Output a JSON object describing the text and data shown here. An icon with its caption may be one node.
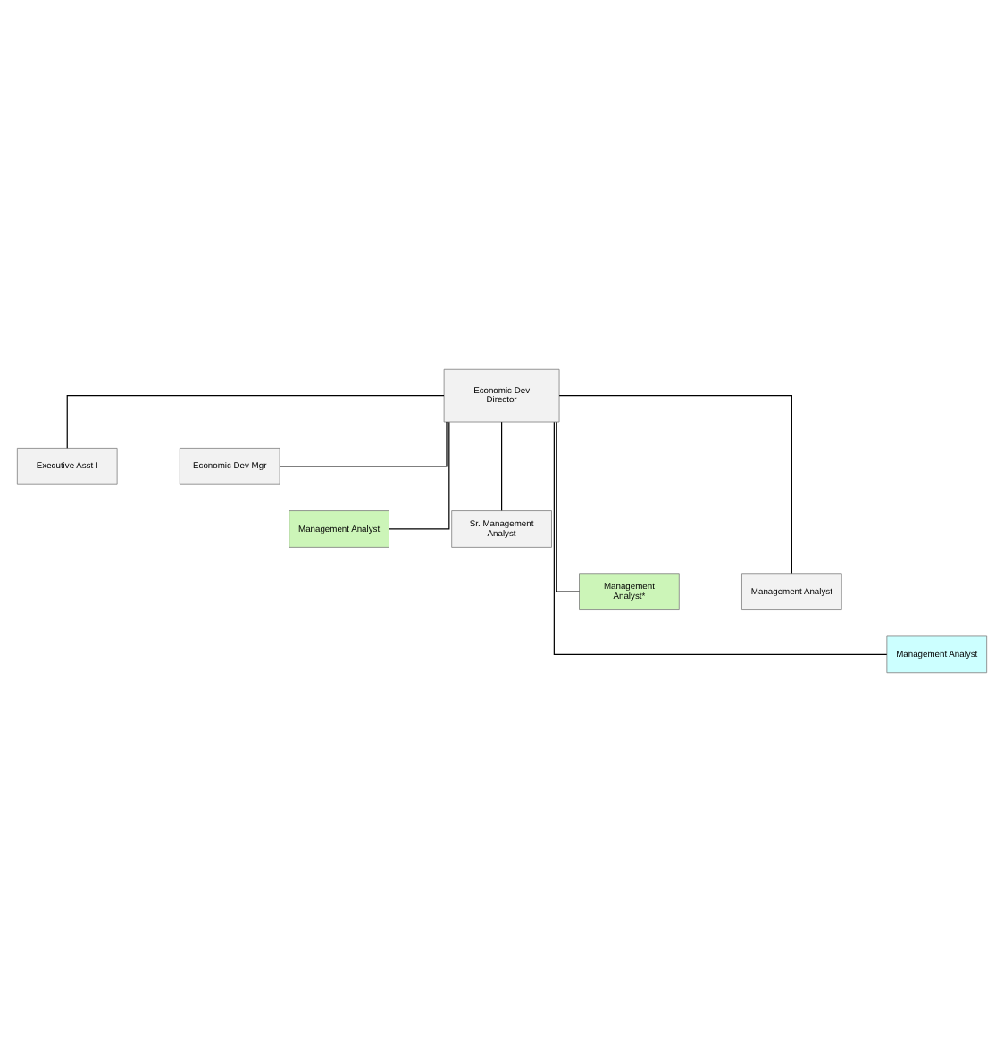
{
  "diagram": {
    "nodes": [
      {
        "text": [
          "Economic Dev Director"
        ]
      },
      {
        "text": [
          "Executive Asst I"
        ]
      },
      {
        "text": [
          "Economic Dev Mgr"
        ]
      },
      {
        "text": [
          "Management Analyst"
        ]
      },
      {
        "text": [
          "Sr. Management Analyst"
        ]
      },
      {
        "text": [
          "Management Analyst*"
        ]
      },
      {
        "text": [
          "Management Analyst"
        ]
      },
      {
        "text": [
          "Management Analyst"
        ]
      }
    ],
    "edges": [
      {
        "from": 0,
        "to": 1,
        "arrow": "none"
      },
      {
        "from": 0,
        "to": 2,
        "arrow": "none"
      },
      {
        "from": 0,
        "to": 3,
        "arrow": "none"
      },
      {
        "from": 0,
        "to": 4,
        "arrow": "none"
      },
      {
        "from": 0,
        "to": 5,
        "arrow": "none"
      },
      {
        "from": 0,
        "to": 6,
        "arrow": "none"
      },
      {
        "from": 0,
        "to": 7,
        "arrow": "none"
      }
    ]
  }
}
